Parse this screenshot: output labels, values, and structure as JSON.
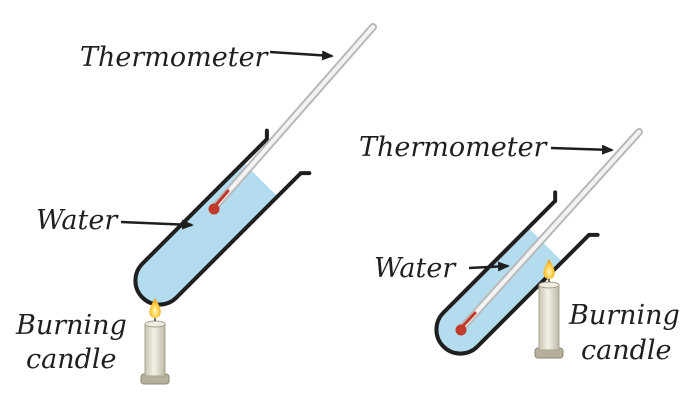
{
  "left_setup": {
    "thermometer_label": "Thermometer",
    "water_label": "Water",
    "candle_label_line1": "Burning",
    "candle_label_line2": "candle"
  },
  "right_setup": {
    "thermometer_label": "Thermometer",
    "water_label": "Water",
    "candle_label_line1": "Burning",
    "candle_label_line2": "candle"
  },
  "colors": {
    "water": "#b3dcee",
    "tube_outline": "#1f1f1f",
    "thermometer_bulb": "#c0392b",
    "candle_body": "#e6e2d4",
    "flame": "#f39c12"
  }
}
